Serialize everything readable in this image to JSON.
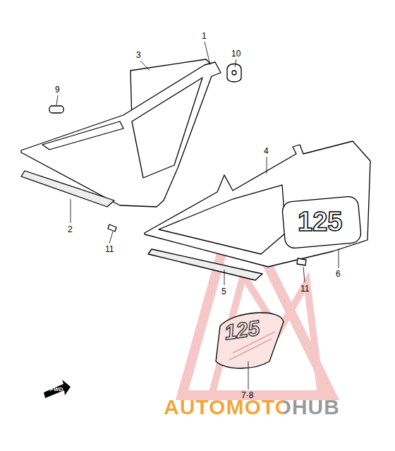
{
  "diagram": {
    "labels": [
      "1",
      "3",
      "10",
      "9",
      "2",
      "11",
      "4",
      "125",
      "5",
      "6",
      "11",
      "125",
      "7·8",
      "FWD",
      "AUTOMOTOHUB"
    ]
  }
}
